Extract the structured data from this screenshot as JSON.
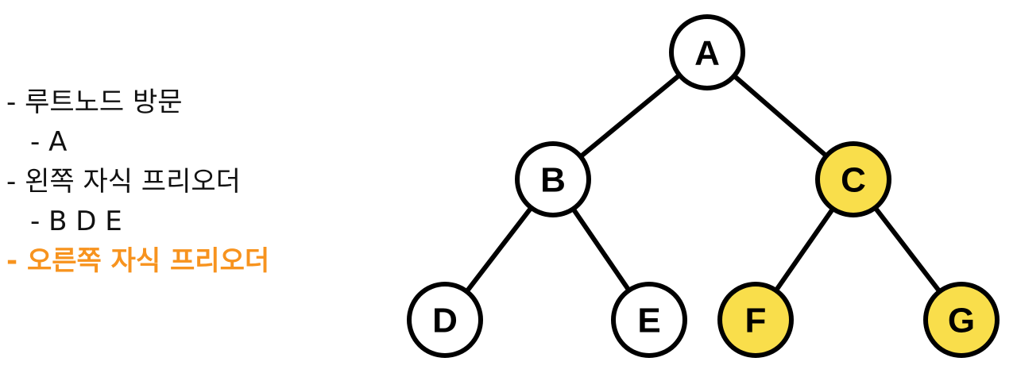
{
  "notes": [
    {
      "text": "- 루트노드 방문",
      "level": 0,
      "active": false
    },
    {
      "text": "- A",
      "level": 1,
      "active": false
    },
    {
      "text": "- 왼쪽 자식 프리오더",
      "level": 0,
      "active": false
    },
    {
      "text": "- B D E",
      "level": 1,
      "active": false
    },
    {
      "text": "- 오른쪽 자식 프리오더",
      "level": 0,
      "active": true
    }
  ],
  "tree": {
    "nodes": [
      {
        "id": "A",
        "label": "A",
        "highlighted": false
      },
      {
        "id": "B",
        "label": "B",
        "highlighted": false
      },
      {
        "id": "C",
        "label": "C",
        "highlighted": true
      },
      {
        "id": "D",
        "label": "D",
        "highlighted": false
      },
      {
        "id": "E",
        "label": "E",
        "highlighted": false
      },
      {
        "id": "F",
        "label": "F",
        "highlighted": true
      },
      {
        "id": "G",
        "label": "G",
        "highlighted": true
      }
    ],
    "edges": [
      [
        "A",
        "B"
      ],
      [
        "A",
        "C"
      ],
      [
        "B",
        "D"
      ],
      [
        "B",
        "E"
      ],
      [
        "C",
        "F"
      ],
      [
        "C",
        "G"
      ]
    ]
  },
  "colors": {
    "highlight_fill": "#f9de4b",
    "normal_fill": "#ffffff",
    "active_text": "#f7931e",
    "stroke": "#000000"
  }
}
